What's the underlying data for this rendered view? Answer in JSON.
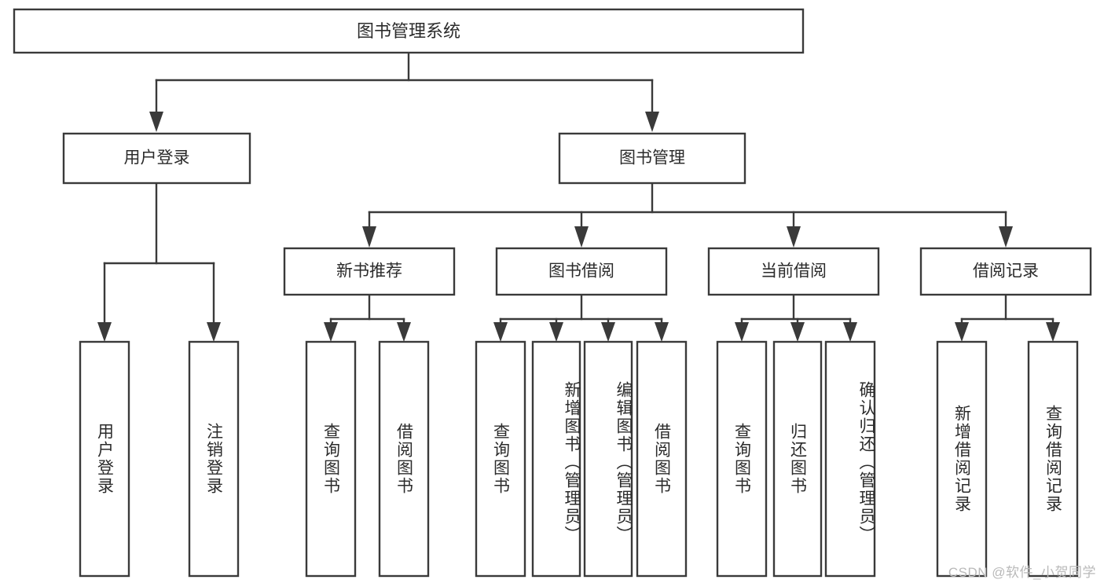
{
  "diagram": {
    "type": "tree-hierarchy",
    "orientation": "top-down",
    "title": "图书管理系统",
    "root": {
      "label": "图书管理系统",
      "level": 0
    },
    "level1": [
      {
        "label": "用户登录"
      },
      {
        "label": "图书管理"
      }
    ],
    "level2": [
      {
        "label": "新书推荐",
        "parent": "图书管理"
      },
      {
        "label": "图书借阅",
        "parent": "图书管理"
      },
      {
        "label": "当前借阅",
        "parent": "图书管理"
      },
      {
        "label": "借阅记录",
        "parent": "图书管理"
      }
    ],
    "leaves_user_login": [
      {
        "label": "用户登录"
      },
      {
        "label": "注销登录"
      }
    ],
    "leaves_new_book": [
      {
        "label": "查询图书"
      },
      {
        "label": "借阅图书"
      }
    ],
    "leaves_borrow": [
      {
        "label": "查询图书"
      },
      {
        "label": "新增图书（管理员）"
      },
      {
        "label": "编辑图书（管理员）"
      },
      {
        "label": "借阅图书"
      }
    ],
    "leaves_current": [
      {
        "label": "查询图书"
      },
      {
        "label": "归还图书"
      },
      {
        "label": "确认归还（管理员）"
      }
    ],
    "leaves_record": [
      {
        "label": "新增借阅记录"
      },
      {
        "label": "查询借阅记录"
      }
    ]
  },
  "watermark": {
    "text": "CSDN @软件_小贺同学"
  },
  "colors": {
    "stroke": "#3a3a3a",
    "box_fill": "#ffffff",
    "text": "#2b2b2b",
    "background": "#ffffff",
    "watermark": "#b9b9b9"
  }
}
